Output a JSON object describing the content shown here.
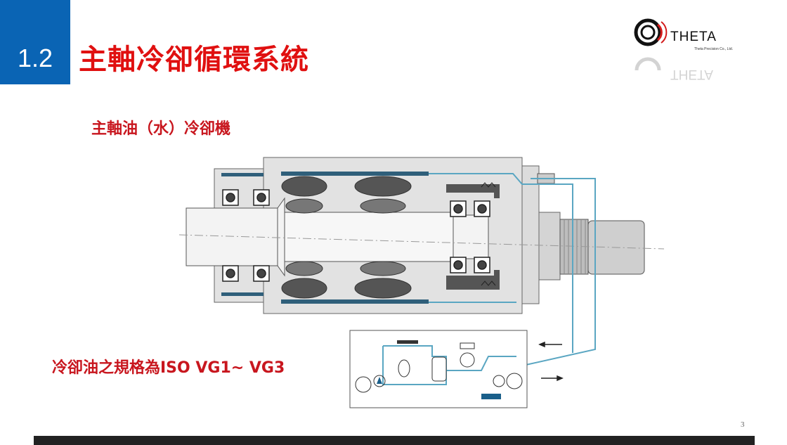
{
  "header": {
    "section_number": "1.2",
    "title": "主軸冷卻循環系統"
  },
  "logo": {
    "brand": "THETA",
    "company": "Theta Precision Co., Ltd."
  },
  "content": {
    "subtitle": "主軸油（水）冷卻機",
    "spec": "冷卻油之規格為ISO VG1~ VG3"
  },
  "footer": {
    "page_number": "3"
  },
  "colors": {
    "section_blue": "#0a64b4",
    "title_red": "#e01010",
    "text_red": "#c8161e",
    "coolant_line": "#5aa6c2",
    "footer_bar": "#222222"
  }
}
